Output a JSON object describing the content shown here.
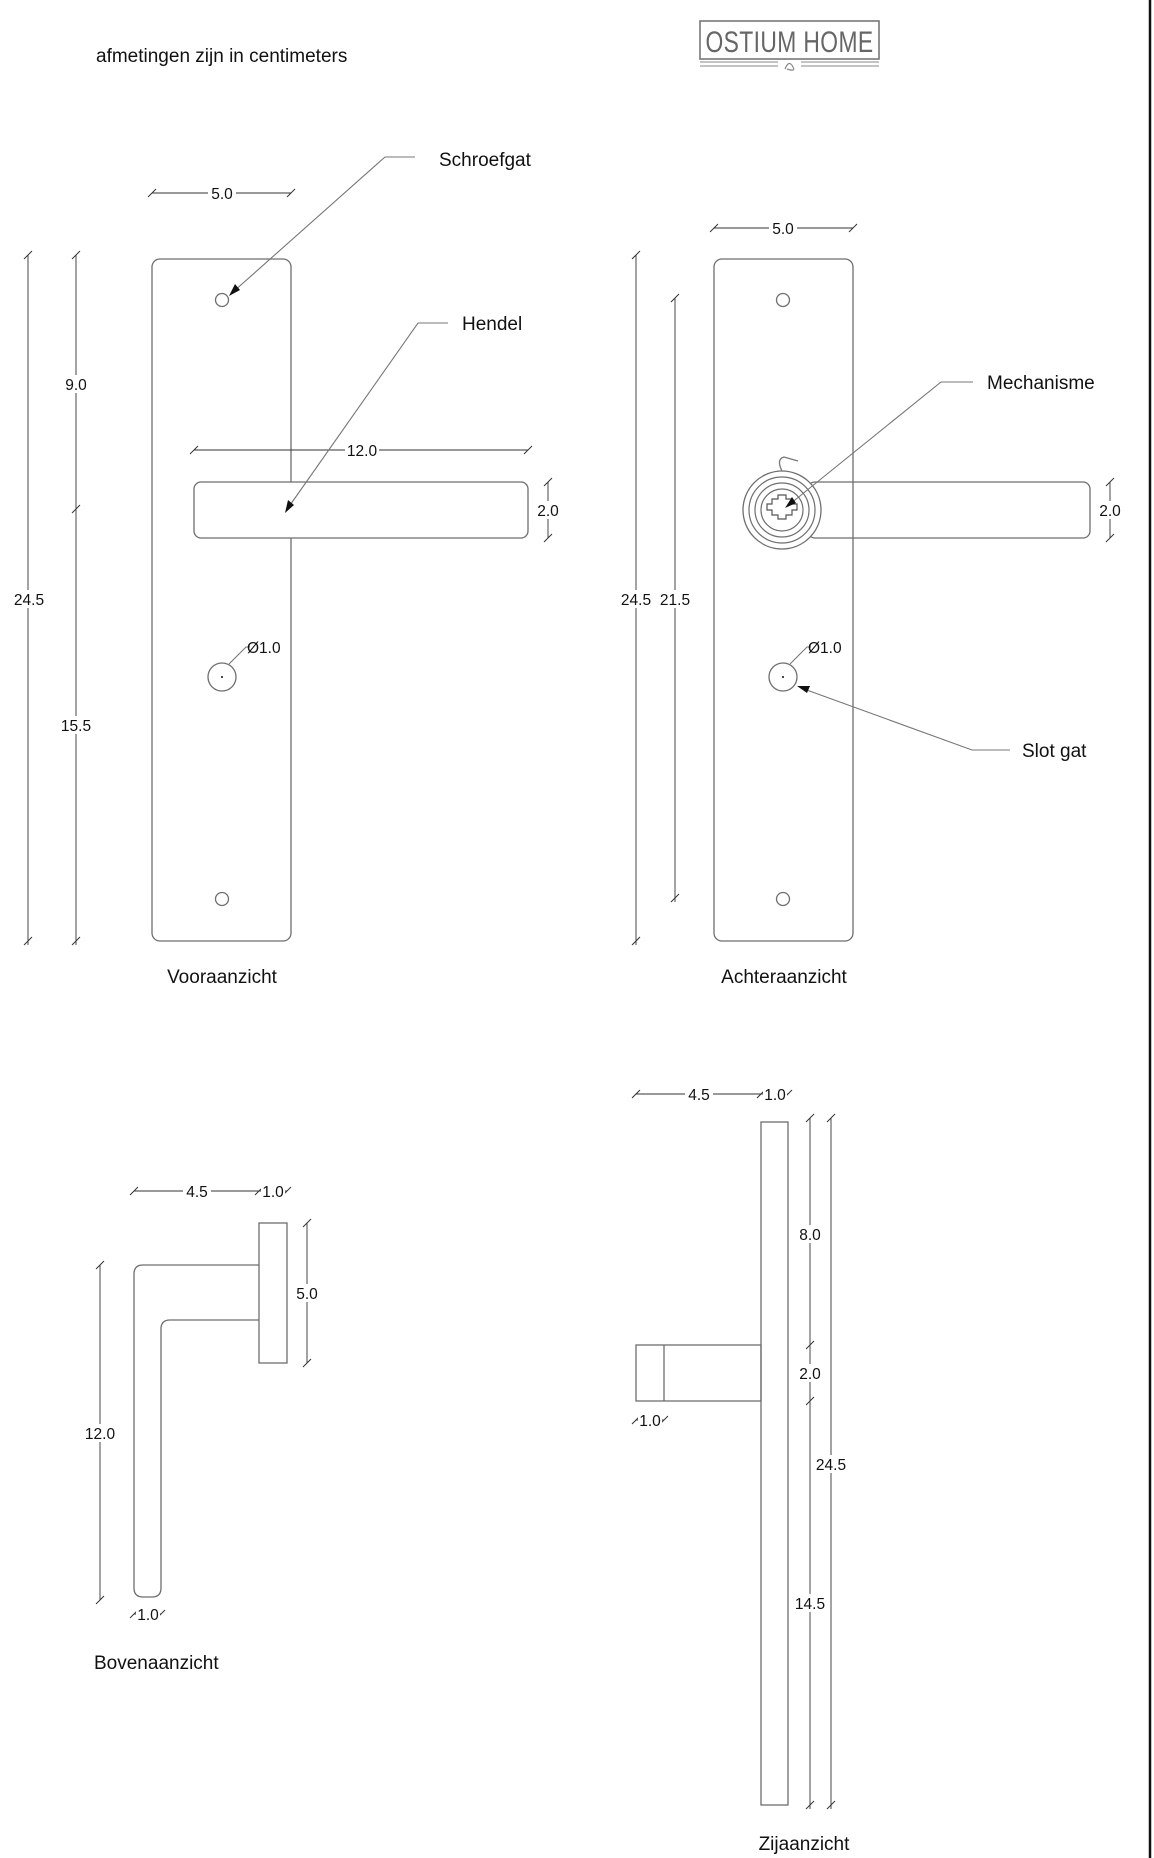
{
  "note": "afmetingen zijn in centimeters",
  "logo": {
    "text": "OSTIUM HOME",
    "mark": "ostium-home-logo"
  },
  "callouts": {
    "schroefgat": "Schroefgat",
    "hendel": "Hendel",
    "mechanisme": "Mechanisme",
    "slot_gat": "Slot gat"
  },
  "views": {
    "front": {
      "title": "Vooraanzicht",
      "dims": {
        "plate_width": "5.0",
        "lever_length": "12.0",
        "lever_height": "2.0",
        "total_height": "24.5",
        "upper": "9.0",
        "lower": "15.5",
        "hole": "Ø1.0"
      }
    },
    "back": {
      "title": "Achteraanzicht",
      "dims": {
        "plate_width": "5.0",
        "lever_height": "2.0",
        "total_height": "24.5",
        "inner_height": "21.5",
        "hole": "Ø1.0"
      }
    },
    "top": {
      "title": "Bovenaanzicht",
      "dims": {
        "projection": "4.5",
        "plate_thickness": "1.0",
        "plate_width": "5.0",
        "lever_length": "12.0",
        "lever_thickness": "1.0"
      }
    },
    "side": {
      "title": "Zijaanzicht",
      "dims": {
        "projection": "4.5",
        "plate_thickness": "1.0",
        "upper": "8.0",
        "lever_height": "2.0",
        "lower": "14.5",
        "total_height": "24.5",
        "lever_end": "1.0"
      }
    }
  }
}
